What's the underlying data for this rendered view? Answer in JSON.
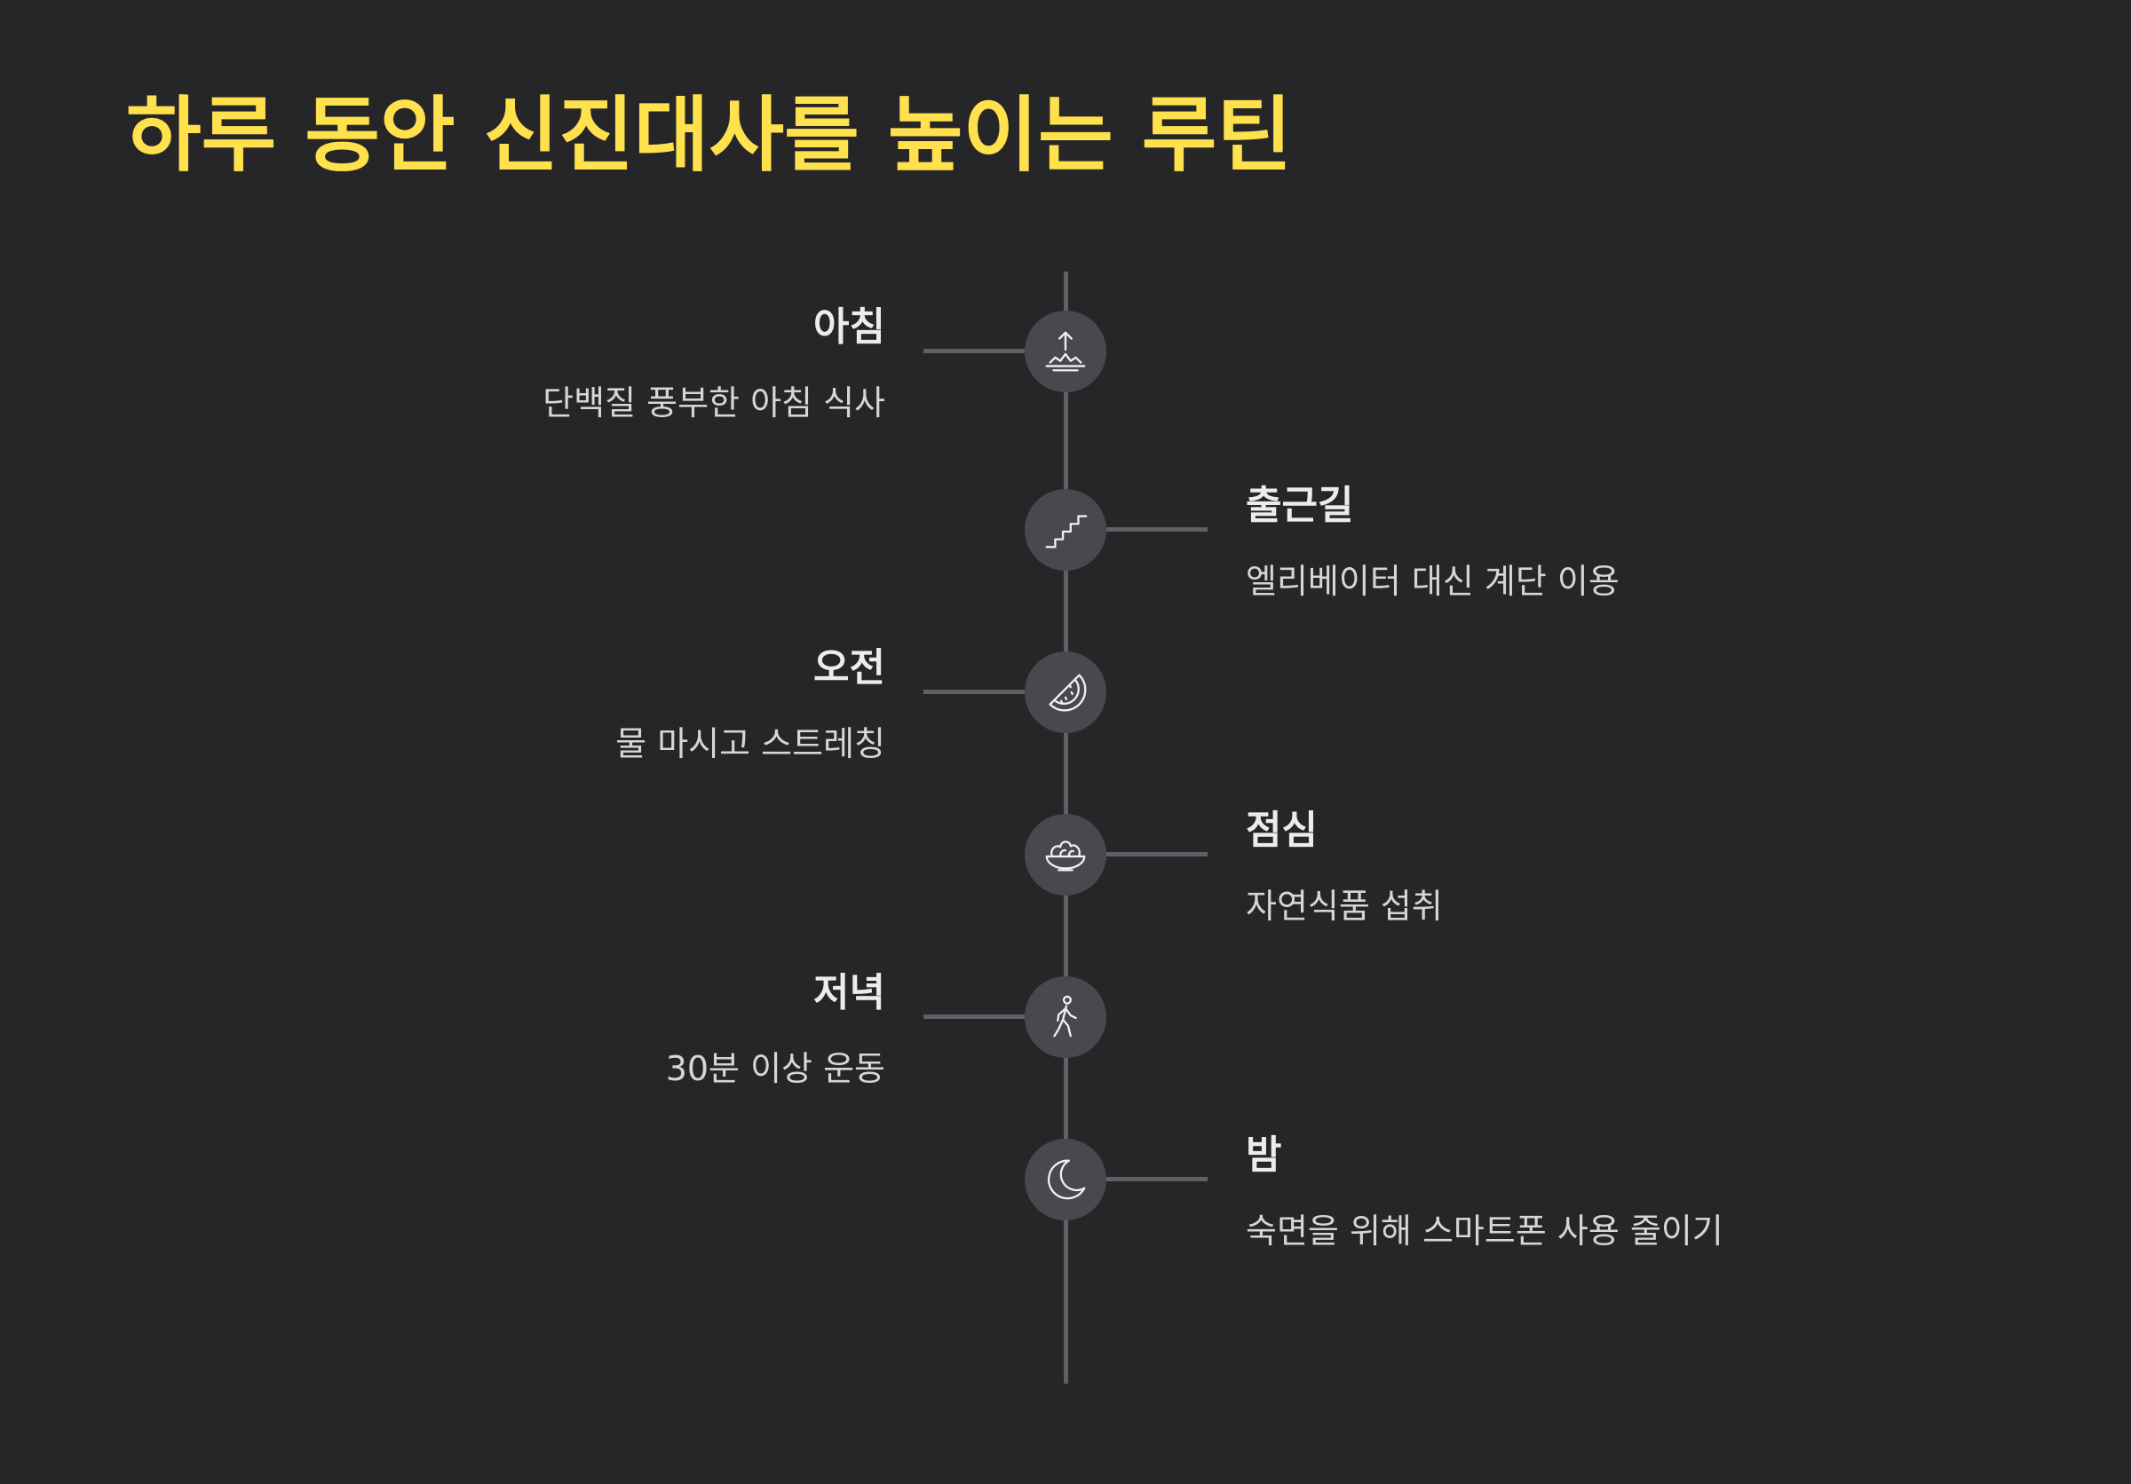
{
  "title": "하루 동안 신진대사를 높이는 루틴",
  "colors": {
    "background": "#262629",
    "title": "#ffe14d",
    "line": "#5f5f64",
    "node": "#48484d",
    "text": "#ececec"
  },
  "timeline": [
    {
      "label": "아침",
      "description": "단백질 풍부한 아침 식사",
      "icon": "sunrise-icon",
      "side": "left"
    },
    {
      "label": "출근길",
      "description": "엘리베이터 대신 계단 이용",
      "icon": "stairs-icon",
      "side": "right"
    },
    {
      "label": "오전",
      "description": "물 마시고 스트레칭",
      "icon": "watermelon-icon",
      "side": "left"
    },
    {
      "label": "점심",
      "description": "자연식품 섭취",
      "icon": "salad-bowl-icon",
      "side": "right"
    },
    {
      "label": "저녁",
      "description": "30분 이상 운동",
      "icon": "walking-person-icon",
      "side": "left"
    },
    {
      "label": "밤",
      "description": "숙면을 위해 스마트폰 사용 줄이기",
      "icon": "moon-icon",
      "side": "right"
    }
  ]
}
